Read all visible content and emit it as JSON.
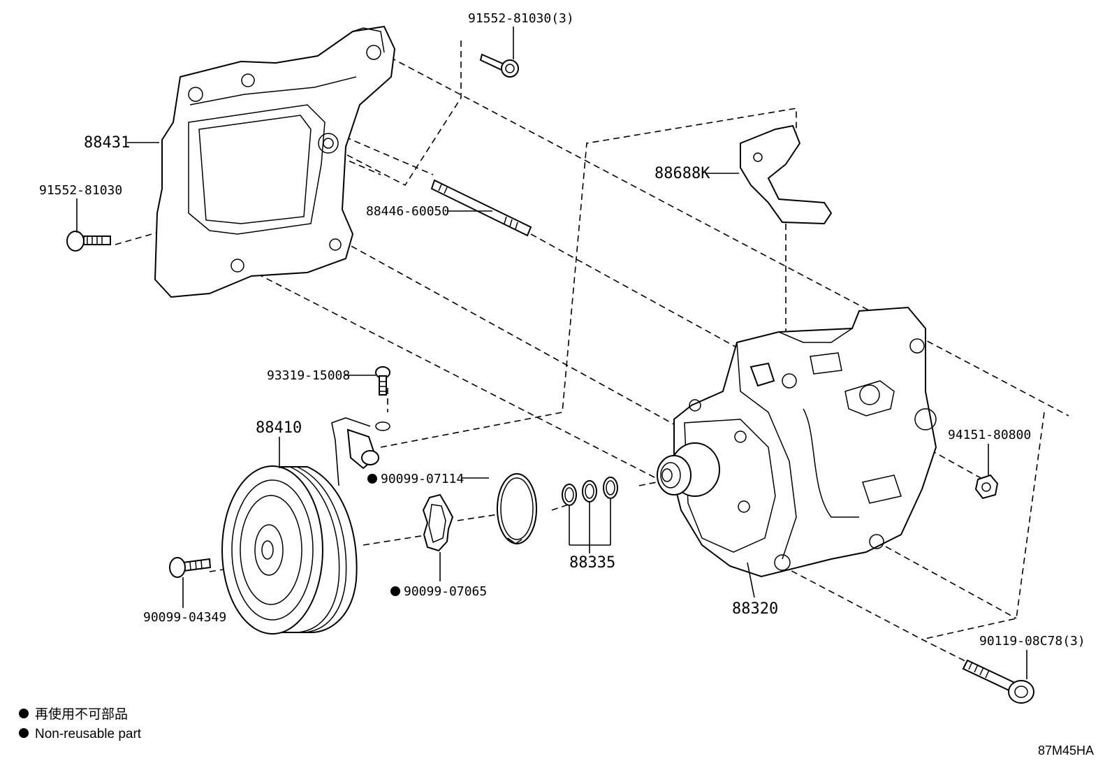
{
  "labels": {
    "p88431": "88431",
    "p91552_81030_3": "91552-81030(3)",
    "p91552_81030": "91552-81030",
    "p88688K": "88688K",
    "p88446_60050": "88446-60050",
    "p93319_15008": "93319-15008",
    "p88410": "88410",
    "p90099_07114": "90099-07114",
    "p94151_80800": "94151-80800",
    "p88335": "88335",
    "p90099_07065": "90099-07065",
    "p90099_04349": "90099-04349",
    "p88320": "88320",
    "p90119_08C78_3": "90119-08C78(3)"
  },
  "legend": {
    "line1": "再使用不可部品",
    "line2": "Non-reusable part"
  },
  "diagram_code": "87M45HA",
  "colors": {
    "ink": "#000000",
    "paper": "#ffffff"
  }
}
